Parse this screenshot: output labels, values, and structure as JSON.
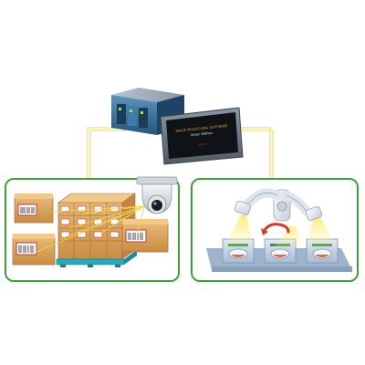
{
  "hmi": {
    "title_line1": "IMAGE PROCESSING SOFTWARE",
    "title_line2": "Vision Edition",
    "brand": "Canon"
  },
  "colors": {
    "panel_border": "#3aa335",
    "connector": "#f2e08a",
    "hmi_frame": "#5a6672",
    "hmi_screen": "#111418",
    "controller": "#2e6f9e",
    "box": "#d9a45a",
    "pallet": "#2aa9b8",
    "robot": "#e9edf2",
    "station": "#c9d6e8",
    "arrow": "#d93a2a"
  },
  "icons": {
    "controller": "industrial-pc-icon",
    "hmi": "touch-panel-icon",
    "camera": "ptz-camera-icon",
    "robot": "robot-arm-icon"
  }
}
